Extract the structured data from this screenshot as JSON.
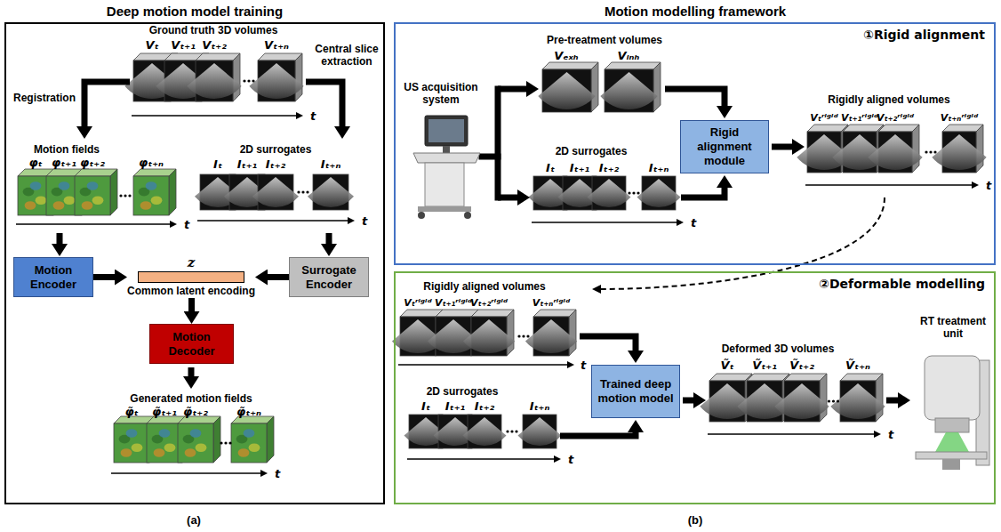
{
  "diagram": {
    "nodes": [
      {
        "text": [
          "Deep motion model training"
        ]
      },
      {
        "text": [
          "Motion Encoder"
        ],
        "in": 0
      },
      {
        "text": [
          "z",
          "Common latent encoding"
        ],
        "in": 0
      },
      {
        "text": [
          "Surrogate Encoder"
        ],
        "in": 0
      },
      {
        "text": [
          "Motion Decoder"
        ],
        "in": 0
      },
      {
        "text": [
          "①Rigid alignment"
        ]
      },
      {
        "text": [
          "Rigid alignment module"
        ],
        "in": 5
      },
      {
        "text": [
          "②Deformable modelling"
        ]
      },
      {
        "text": [
          "Trained deep motion model"
        ],
        "in": 7
      }
    ],
    "edges": [
      {
        "from": 1,
        "to": 2,
        "arrow": "to"
      },
      {
        "from": 3,
        "to": 2,
        "arrow": "to"
      },
      {
        "from": 2,
        "to": 4,
        "arrow": "to"
      }
    ],
    "labels": [
      "Ground truth 3D volumes",
      "Vₜ",
      "Vₜ₊₁",
      "Vₜ₊₂",
      "Vₜ₊ₙ",
      "Registration",
      "Central slice extraction",
      "t",
      "Motion fields",
      "φₜ",
      "φₜ₊₁",
      "φₜ₊₂",
      "φₜ₊ₙ",
      "t",
      "2D surrogates",
      "Iₜ",
      "Iₜ₊₁",
      "Iₜ₊₂",
      "Iₜ₊ₙ",
      "t",
      "Generated motion fields",
      "φ̃ₜ",
      "φ̃ₜ₊₁",
      "φ̃ₜ₊₂",
      "φ̃ₜ₊ₙ",
      "t",
      "(a)",
      "Motion modelling framework",
      "US acquisition system",
      "Pre-treatment volumes",
      "Vₑₓₕ",
      "Vᵢₙₕ",
      "2D surrogates",
      "Iₜ",
      "Iₜ₊₁",
      "Iₜ₊₂",
      "Iₜ₊ₙ",
      "t",
      "Rigidly aligned volumes",
      "Vₜʳⁱᵍⁱᵈ",
      "Vₜ₊₁ʳⁱᵍⁱᵈ",
      "Vₜ₊₂ʳⁱᵍⁱᵈ",
      "Vₜ₊ₙʳⁱᵍⁱᵈ",
      "t",
      "Rigidly aligned volumes",
      "Vₜʳⁱᵍⁱᵈ",
      "Vₜ₊₁ʳⁱᵍⁱᵈ",
      "Vₜ₊₂ʳⁱᵍⁱᵈ",
      "Vₜ₊ₙʳⁱᵍⁱᵈ",
      "t",
      "2D surrogates",
      "Iₜ",
      "Iₜ₊₁",
      "Iₜ₊₂",
      "Iₜ₊ₙ",
      "t",
      "Deformed 3D volumes",
      "Ṽₜ",
      "Ṽₜ₊₁",
      "Ṽₜ₊₂",
      "Ṽₜ₊ₙ",
      "t",
      "RT treatment unit",
      "(b)"
    ]
  }
}
